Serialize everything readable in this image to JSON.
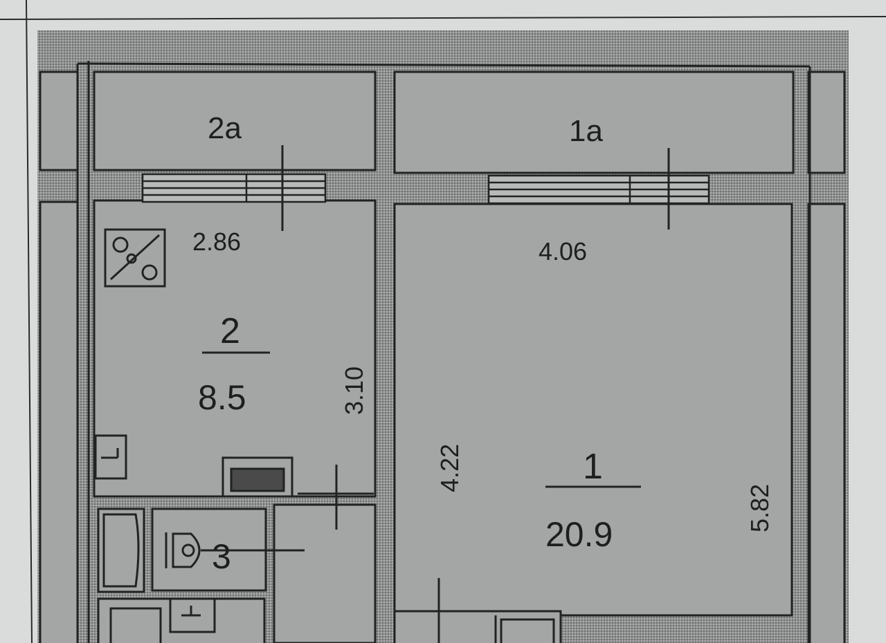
{
  "floorplan": {
    "rooms": [
      {
        "id": "2a",
        "label": "2a"
      },
      {
        "id": "1a",
        "label": "1a"
      },
      {
        "id": "2",
        "label": "2",
        "area": "8.5"
      },
      {
        "id": "1",
        "label": "1",
        "area": "20.9"
      },
      {
        "id": "3",
        "label": "3"
      }
    ],
    "dimensions": {
      "room2_width": "2.86",
      "room1_width": "4.06",
      "room2_length": "3.10",
      "room1_inner_length": "4.22",
      "room1_length": "5.82"
    }
  }
}
